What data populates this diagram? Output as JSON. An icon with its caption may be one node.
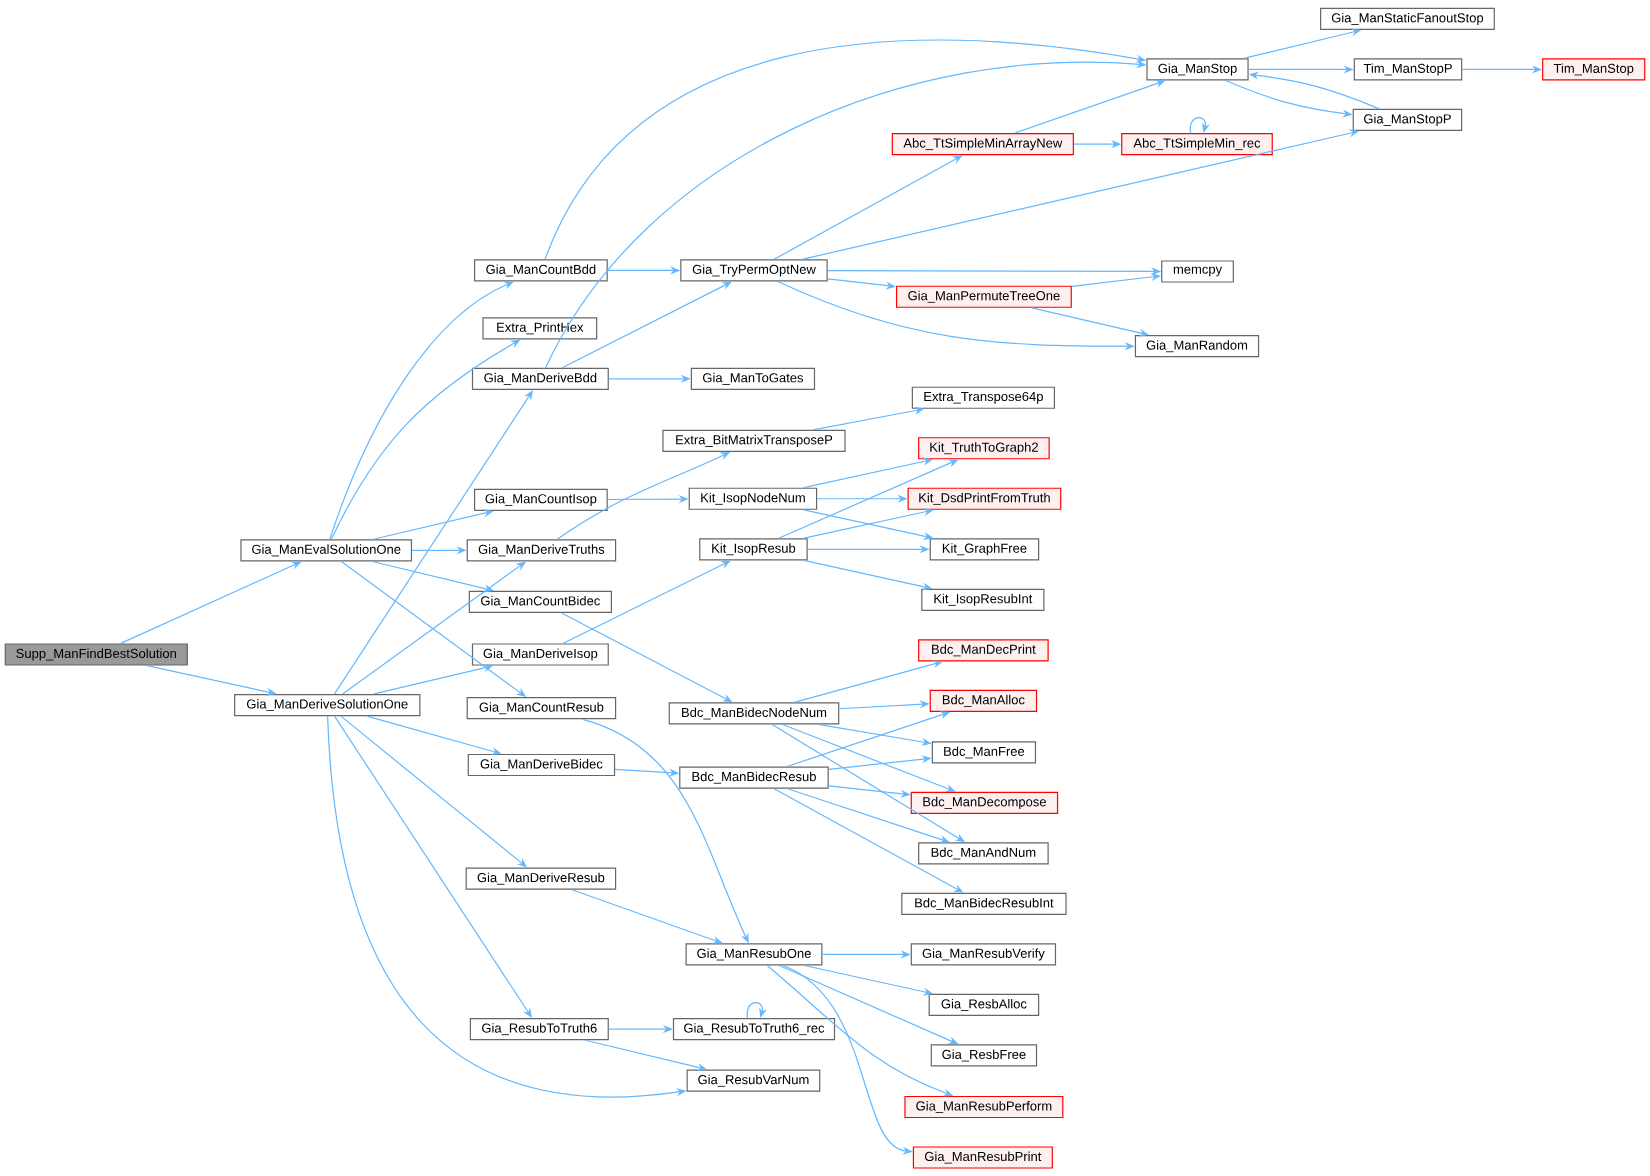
{
  "diagram": {
    "nodes": [
      {
        "text": [
          "Supp_ManFindBestSolution"
        ]
      },
      {
        "text": [
          "Gia_ManEvalSolutionOne"
        ]
      },
      {
        "text": [
          "Gia_ManDeriveSolutionOne"
        ]
      },
      {
        "text": [
          "Gia_ManCountBdd"
        ]
      },
      {
        "text": [
          "Extra_PrintHex"
        ]
      },
      {
        "text": [
          "Gia_ManDeriveBdd"
        ]
      },
      {
        "text": [
          "Gia_ManCountIsop"
        ]
      },
      {
        "text": [
          "Gia_ManDeriveTruths"
        ]
      },
      {
        "text": [
          "Gia_ManCountBidec"
        ]
      },
      {
        "text": [
          "Gia_ManDeriveIsop"
        ]
      },
      {
        "text": [
          "Gia_ManCountResub"
        ]
      },
      {
        "text": [
          "Gia_ManDeriveBidec"
        ]
      },
      {
        "text": [
          "Gia_ManDeriveResub"
        ]
      },
      {
        "text": [
          "Gia_ResubToTruth6"
        ]
      },
      {
        "text": [
          "Gia_TryPermOptNew"
        ]
      },
      {
        "text": [
          "Gia_ManToGates"
        ]
      },
      {
        "text": [
          "Extra_BitMatrixTransposeP"
        ]
      },
      {
        "text": [
          "Kit_IsopNodeNum"
        ]
      },
      {
        "text": [
          "Kit_IsopResub"
        ]
      },
      {
        "text": [
          "Bdc_ManBidecNodeNum"
        ]
      },
      {
        "text": [
          "Bdc_ManBidecResub"
        ]
      },
      {
        "text": [
          "Gia_ManResubOne"
        ]
      },
      {
        "text": [
          "Gia_ResubToTruth6_rec"
        ]
      },
      {
        "text": [
          "Gia_ResubVarNum"
        ]
      },
      {
        "text": [
          "Gia_ManStop"
        ]
      },
      {
        "text": [
          "Abc_TtSimpleMinArrayNew"
        ]
      },
      {
        "text": [
          "Abc_TtSimpleMin_rec"
        ]
      },
      {
        "text": [
          "Gia_ManStaticFanoutStop"
        ]
      },
      {
        "text": [
          "Tim_ManStopP"
        ]
      },
      {
        "text": [
          "Tim_ManStop"
        ]
      },
      {
        "text": [
          "Gia_ManStopP"
        ]
      },
      {
        "text": [
          "memcpy"
        ]
      },
      {
        "text": [
          "Gia_ManPermuteTreeOne"
        ]
      },
      {
        "text": [
          "Gia_ManRandom"
        ]
      },
      {
        "text": [
          "Extra_Transpose64p"
        ]
      },
      {
        "text": [
          "Kit_TruthToGraph2"
        ]
      },
      {
        "text": [
          "Kit_DsdPrintFromTruth"
        ]
      },
      {
        "text": [
          "Kit_GraphFree"
        ]
      },
      {
        "text": [
          "Kit_IsopResubInt"
        ]
      },
      {
        "text": [
          "Bdc_ManDecPrint"
        ]
      },
      {
        "text": [
          "Bdc_ManAlloc"
        ]
      },
      {
        "text": [
          "Bdc_ManFree"
        ]
      },
      {
        "text": [
          "Bdc_ManDecompose"
        ]
      },
      {
        "text": [
          "Bdc_ManAndNum"
        ]
      },
      {
        "text": [
          "Bdc_ManBidecResubInt"
        ]
      },
      {
        "text": [
          "Gia_ManResubVerify"
        ]
      },
      {
        "text": [
          "Gia_ResbAlloc"
        ]
      },
      {
        "text": [
          "Gia_ResbFree"
        ]
      },
      {
        "text": [
          "Gia_ManResubPerform"
        ]
      },
      {
        "text": [
          "Gia_ManResubPrint"
        ]
      }
    ],
    "edges": [
      {
        "from": 0,
        "to": 1,
        "arrow": "to"
      },
      {
        "from": 0,
        "to": 2,
        "arrow": "to"
      },
      {
        "from": 1,
        "to": 3,
        "arrow": "to"
      },
      {
        "from": 1,
        "to": 4,
        "arrow": "to"
      },
      {
        "from": 1,
        "to": 6,
        "arrow": "to"
      },
      {
        "from": 1,
        "to": 7,
        "arrow": "to"
      },
      {
        "from": 1,
        "to": 8,
        "arrow": "to"
      },
      {
        "from": 1,
        "to": 10,
        "arrow": "to"
      },
      {
        "from": 2,
        "to": 5,
        "arrow": "to"
      },
      {
        "from": 2,
        "to": 7,
        "arrow": "to"
      },
      {
        "from": 2,
        "to": 9,
        "arrow": "to"
      },
      {
        "from": 2,
        "to": 11,
        "arrow": "to"
      },
      {
        "from": 2,
        "to": 12,
        "arrow": "to"
      },
      {
        "from": 2,
        "to": 13,
        "arrow": "to"
      },
      {
        "from": 2,
        "to": 23,
        "arrow": "to"
      },
      {
        "from": 3,
        "to": 24,
        "arrow": "to"
      },
      {
        "from": 3,
        "to": 14,
        "arrow": "to"
      },
      {
        "from": 5,
        "to": 24,
        "arrow": "to"
      },
      {
        "from": 5,
        "to": 14,
        "arrow": "to"
      },
      {
        "from": 5,
        "to": 15,
        "arrow": "to"
      },
      {
        "from": 6,
        "to": 17,
        "arrow": "to"
      },
      {
        "from": 7,
        "to": 16,
        "arrow": "to"
      },
      {
        "from": 8,
        "to": 19,
        "arrow": "to"
      },
      {
        "from": 9,
        "to": 18,
        "arrow": "to"
      },
      {
        "from": 10,
        "to": 21,
        "arrow": "to"
      },
      {
        "from": 11,
        "to": 20,
        "arrow": "to"
      },
      {
        "from": 12,
        "to": 21,
        "arrow": "to"
      },
      {
        "from": 13,
        "to": 22,
        "arrow": "to"
      },
      {
        "from": 13,
        "to": 23,
        "arrow": "to"
      },
      {
        "from": 14,
        "to": 25,
        "arrow": "to"
      },
      {
        "from": 14,
        "to": 30,
        "arrow": "to"
      },
      {
        "from": 14,
        "to": 31,
        "arrow": "to"
      },
      {
        "from": 14,
        "to": 32,
        "arrow": "to"
      },
      {
        "from": 14,
        "to": 33,
        "arrow": "to"
      },
      {
        "from": 16,
        "to": 34,
        "arrow": "to"
      },
      {
        "from": 17,
        "to": 35,
        "arrow": "to"
      },
      {
        "from": 17,
        "to": 36,
        "arrow": "to"
      },
      {
        "from": 17,
        "to": 37,
        "arrow": "to"
      },
      {
        "from": 18,
        "to": 35,
        "arrow": "to"
      },
      {
        "from": 18,
        "to": 36,
        "arrow": "to"
      },
      {
        "from": 18,
        "to": 37,
        "arrow": "to"
      },
      {
        "from": 18,
        "to": 38,
        "arrow": "to"
      },
      {
        "from": 19,
        "to": 39,
        "arrow": "to"
      },
      {
        "from": 19,
        "to": 40,
        "arrow": "to"
      },
      {
        "from": 19,
        "to": 41,
        "arrow": "to"
      },
      {
        "from": 19,
        "to": 42,
        "arrow": "to"
      },
      {
        "from": 19,
        "to": 43,
        "arrow": "to"
      },
      {
        "from": 20,
        "to": 40,
        "arrow": "to"
      },
      {
        "from": 20,
        "to": 41,
        "arrow": "to"
      },
      {
        "from": 20,
        "to": 42,
        "arrow": "to"
      },
      {
        "from": 20,
        "to": 43,
        "arrow": "to"
      },
      {
        "from": 20,
        "to": 44,
        "arrow": "to"
      },
      {
        "from": 21,
        "to": 45,
        "arrow": "to"
      },
      {
        "from": 21,
        "to": 46,
        "arrow": "to"
      },
      {
        "from": 21,
        "to": 47,
        "arrow": "to"
      },
      {
        "from": 21,
        "to": 48,
        "arrow": "to"
      },
      {
        "from": 21,
        "to": 49,
        "arrow": "to"
      },
      {
        "from": 22,
        "to": 22,
        "arrow": "to"
      },
      {
        "from": 24,
        "to": 27,
        "arrow": "to"
      },
      {
        "from": 24,
        "to": 28,
        "arrow": "to"
      },
      {
        "from": 24,
        "to": 30,
        "arrow": "to"
      },
      {
        "from": 30,
        "to": 24,
        "arrow": "to"
      },
      {
        "from": 25,
        "to": 24,
        "arrow": "to"
      },
      {
        "from": 25,
        "to": 26,
        "arrow": "to"
      },
      {
        "from": 26,
        "to": 26,
        "arrow": "to"
      },
      {
        "from": 28,
        "to": 29,
        "arrow": "to"
      },
      {
        "from": 32,
        "to": 31,
        "arrow": "to"
      },
      {
        "from": 32,
        "to": 33,
        "arrow": "to"
      }
    ]
  }
}
